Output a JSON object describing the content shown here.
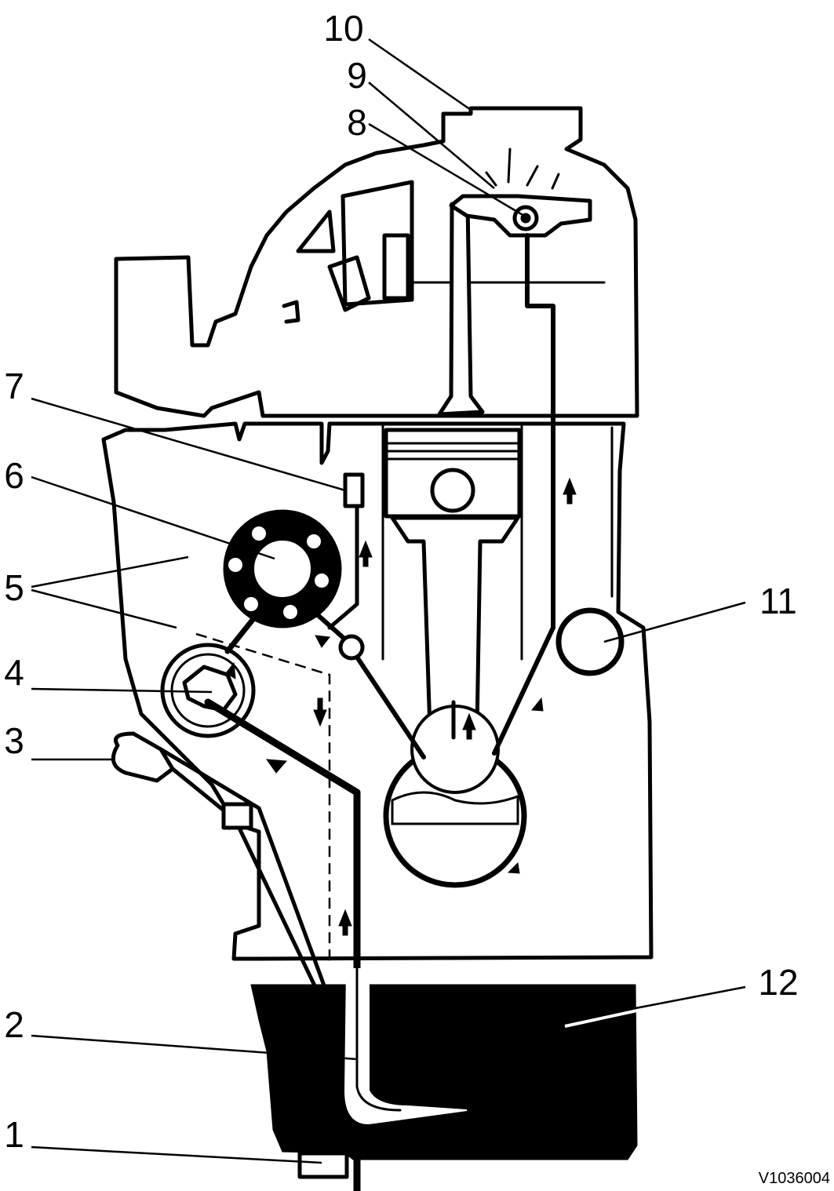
{
  "callouts": [
    {
      "label": "1"
    },
    {
      "label": "2"
    },
    {
      "label": "3"
    },
    {
      "label": "4"
    },
    {
      "label": "5"
    },
    {
      "label": "6"
    },
    {
      "label": "7"
    },
    {
      "label": "8"
    },
    {
      "label": "9"
    },
    {
      "label": "10"
    },
    {
      "label": "11"
    },
    {
      "label": "12"
    }
  ],
  "figure_ref": "V1036004",
  "colors": {
    "ink": "#000000",
    "paper": "#ffffff"
  }
}
